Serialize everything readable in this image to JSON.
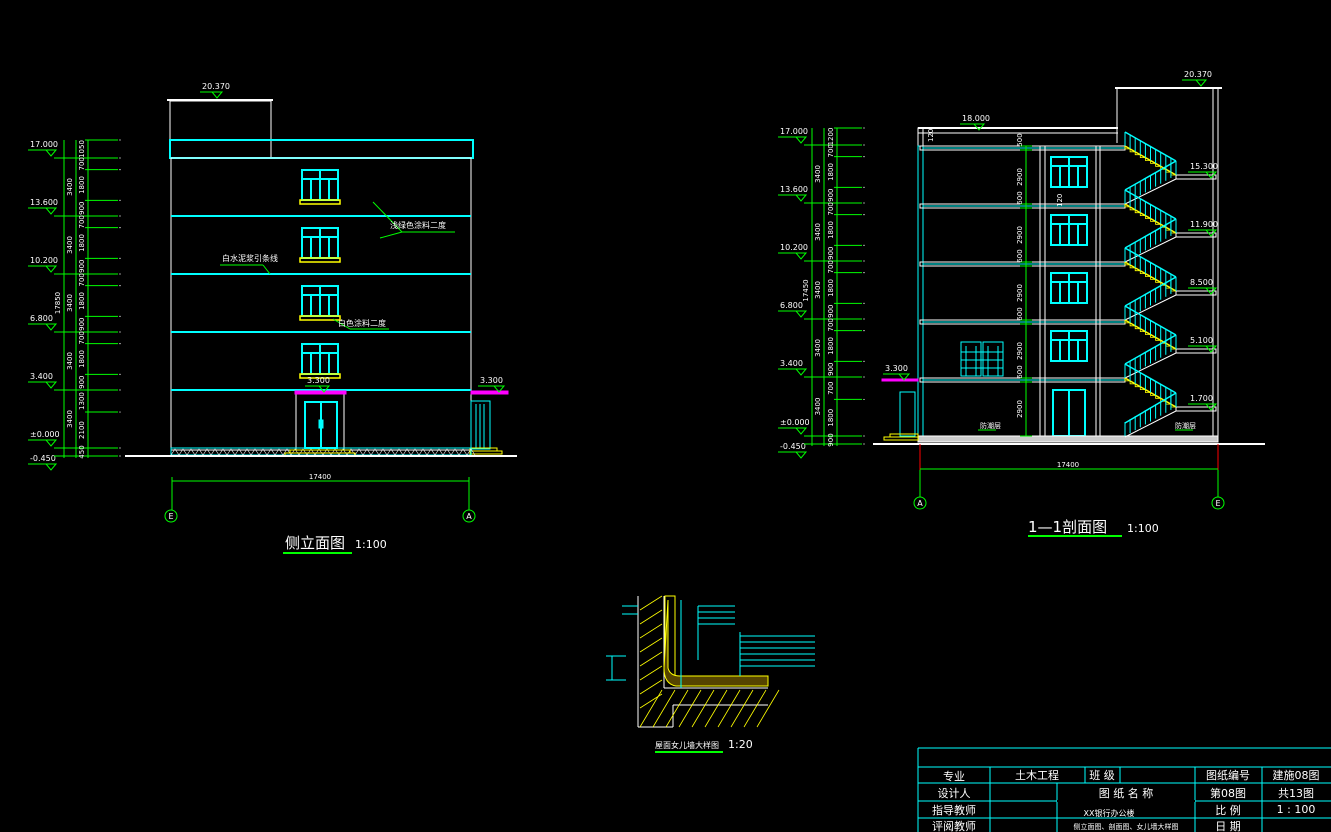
{
  "side_elevation": {
    "title": "侧立面图",
    "scale": "1:100",
    "top_level": "20.370",
    "levels": [
      "17.000",
      "13.600",
      "10.200",
      "6.800",
      "3.400",
      "±0.000",
      "-0.450"
    ],
    "floor_dims": [
      "3400",
      "3400",
      "3400",
      "3400",
      "3400"
    ],
    "total_height": "17850",
    "sub_dims": [
      "1050",
      "700",
      "1800",
      "900",
      "700",
      "1800",
      "900",
      "700",
      "1800",
      "900",
      "700",
      "1800",
      "900",
      "1300",
      "2100",
      "450"
    ],
    "canopy_level": "3.300",
    "porch_level": "3.300",
    "width_dim": "17400",
    "axis_left": "E",
    "axis_right": "A",
    "notes": [
      "浅绿色涂料二度",
      "白水泥浆引条线",
      "白色涂料二度"
    ]
  },
  "section": {
    "title": "1—1剖面图",
    "scale": "1:100",
    "top_level": "20.370",
    "roof_level": "18.000",
    "levels": [
      "17.000",
      "13.600",
      "10.200",
      "6.800",
      "3.400",
      "±0.000",
      "-0.450"
    ],
    "floor_dims": [
      "3400",
      "3400",
      "3400",
      "3400",
      "3400"
    ],
    "total_height": "17450",
    "sub_dims": [
      "1200",
      "700",
      "1800",
      "900",
      "700",
      "1800",
      "900",
      "700",
      "1800",
      "900",
      "700",
      "1800",
      "900",
      "700",
      "1800",
      "900",
      "450"
    ],
    "landing_levels": [
      "15.300",
      "11.900",
      "8.500",
      "5.100",
      "1.700"
    ],
    "inner_dims": [
      "500",
      "2900",
      "600",
      "2900",
      "600",
      "2900",
      "600",
      "2900",
      "600",
      "2900"
    ],
    "slab_marks": [
      "120",
      "120"
    ],
    "porch_level": "3.300",
    "width_dim": "17400",
    "axis_left": "A",
    "axis_right": "E",
    "notes": [
      "防潮层",
      "防潮层"
    ]
  },
  "detail": {
    "title": "屋面女儿墙大样图",
    "scale": "1:20"
  },
  "title_block": {
    "major_label": "专业",
    "major": "土木工程",
    "class_label": "班 级",
    "drawing_no_label": "图纸编号",
    "drawing_no": "建施08图",
    "designer_label": "设计人",
    "drawing_name_label": "图 纸 名 称",
    "sheet": "第08图",
    "total": "共13图",
    "advisor_label": "指导教师",
    "project": "XX银行办公楼",
    "scale_label": "比 例",
    "scale": "1 : 100",
    "reviewer_label": "评阅教师",
    "drawing_names": "侧立面图、剖面图、女儿墙大样图",
    "date_label": "日 期"
  },
  "colors": {
    "background": "#000000",
    "cyan": "#00ffff",
    "green": "#00ff00",
    "yellow": "#ffff00",
    "magenta": "#ff00ff",
    "white": "#ffffff",
    "red": "#ff0000"
  }
}
